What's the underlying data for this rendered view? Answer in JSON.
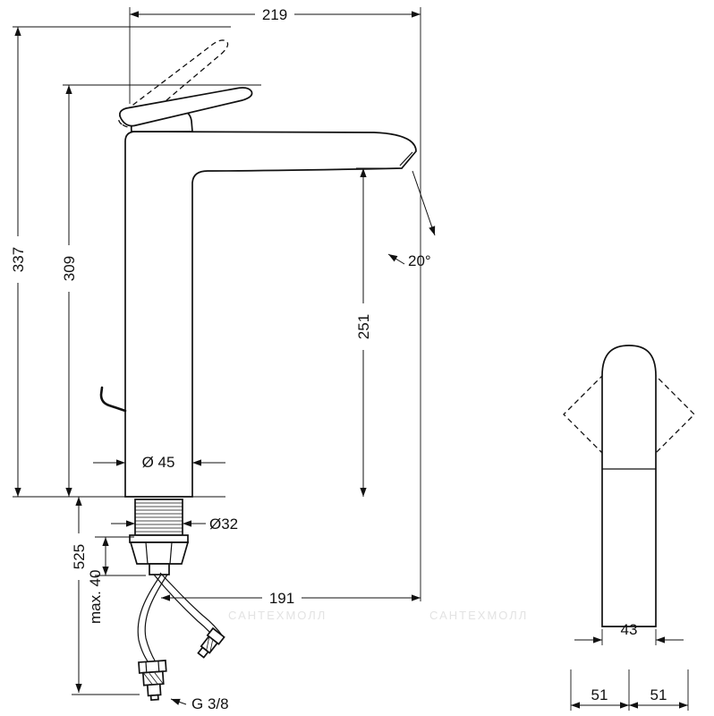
{
  "drawing": {
    "title": "faucet-dimension-drawing",
    "dims": {
      "spout_width": "219",
      "total_height": "337",
      "height_to_lever": "309",
      "outlet_height": "251",
      "outlet_angle": "20°",
      "base_diameter": "Ø 45",
      "shank_diameter": "Ø32",
      "hose_length": "525",
      "max_deck": "max. 40",
      "outlet_reach": "191",
      "thread_size": "G 3/8",
      "side_width": "43",
      "depth_front": "51",
      "depth_back": "51"
    },
    "watermark": "САНТЕХМОЛЛ",
    "colors": {
      "line": "#111111",
      "background": "#ffffff",
      "watermark": "#e3e3e3"
    }
  }
}
